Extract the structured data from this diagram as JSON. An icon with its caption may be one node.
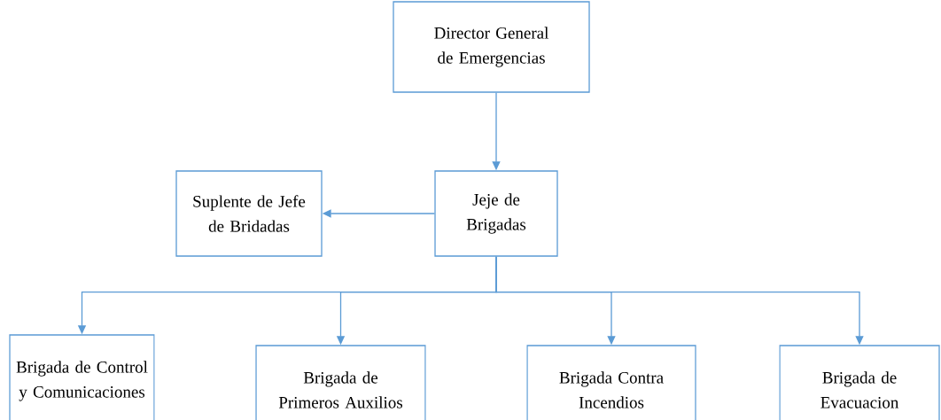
{
  "diagram": {
    "nodes": [
      {
        "text": [
          "Director General de Emergencias"
        ]
      },
      {
        "text": [
          "Jeje de Brigadas"
        ]
      },
      {
        "text": [
          "Suplente de Jefe de Bridadas"
        ]
      },
      {
        "text": [
          "Brigada de Control y Comunicaciones"
        ]
      },
      {
        "text": [
          "Brigada de Primeros Auxilios"
        ]
      },
      {
        "text": [
          "Brigada Contra Incendios"
        ]
      },
      {
        "text": [
          "Brigada de Evacuacion"
        ]
      }
    ],
    "edges": [
      {
        "from": 0,
        "to": 1,
        "arrow": "to"
      },
      {
        "from": 1,
        "to": 2,
        "arrow": "to"
      },
      {
        "from": 1,
        "to": 3,
        "arrow": "to"
      },
      {
        "from": 1,
        "to": 4,
        "arrow": "to"
      },
      {
        "from": 1,
        "to": 5,
        "arrow": "to"
      },
      {
        "from": 1,
        "to": 6,
        "arrow": "to"
      }
    ]
  }
}
